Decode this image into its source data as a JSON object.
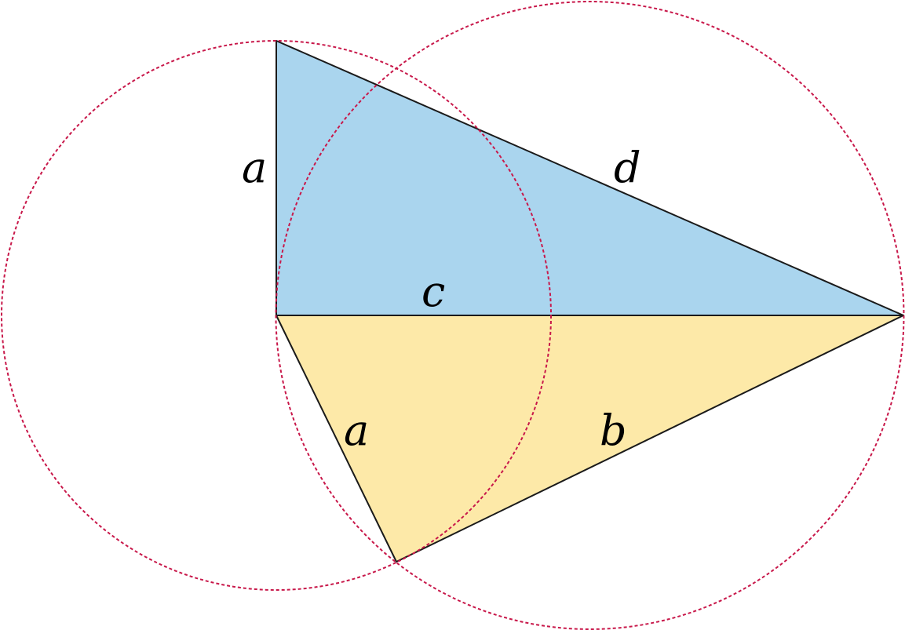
{
  "colors": {
    "blue_fill": "#aad5ee",
    "yellow_fill": "#fde9a8",
    "stroke": "#1a1a1a",
    "circle": "#c8184a"
  },
  "labels": {
    "a_top": "a",
    "d": "d",
    "c": "c",
    "a_bottom": "a",
    "b": "b"
  }
}
